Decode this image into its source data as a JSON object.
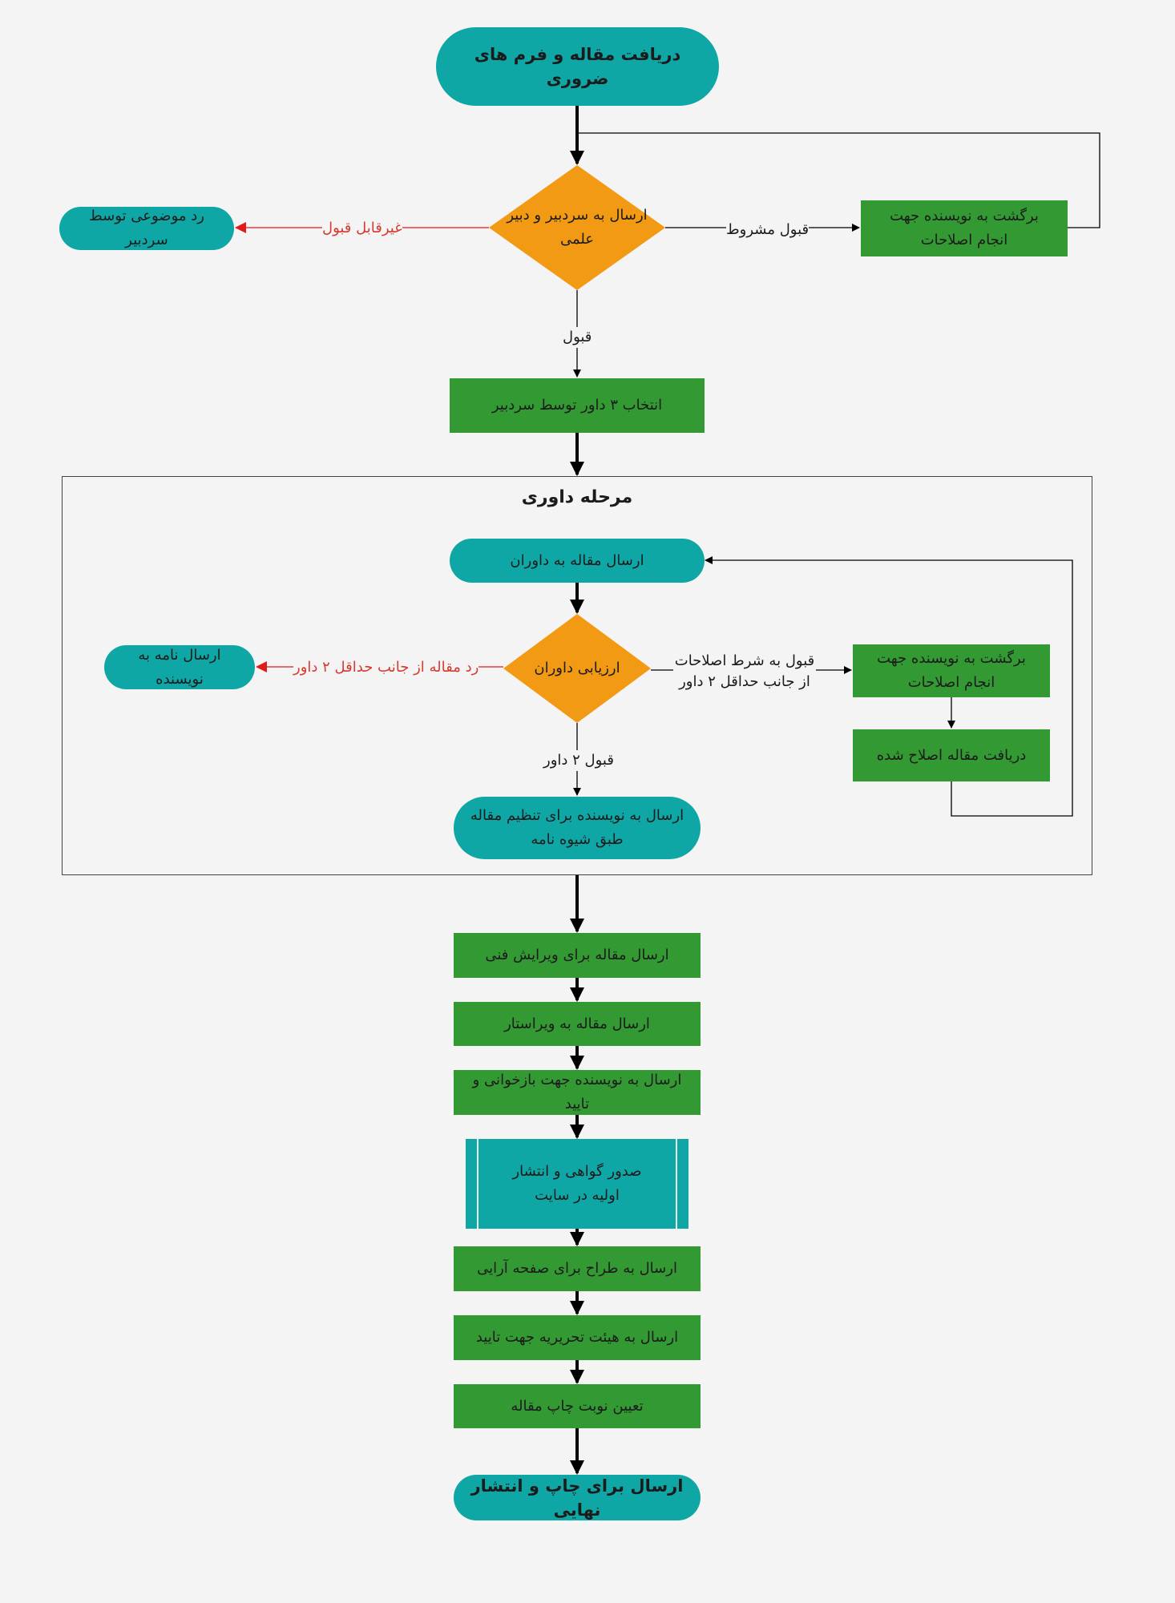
{
  "colors": {
    "teal": "#0fa6a6",
    "green": "#339933",
    "orange": "#f29a14",
    "red": "#d63a2f",
    "line": "#000000"
  },
  "nodes": {
    "start": "دریافت مقاله و فرم های ضروری",
    "editor_review": "ارسال به سردبیر و دبیر علمی",
    "topic_reject": "رد موضوعی توسط سردبیر",
    "return_author_1": "برگشت به نویسنده جهت انجام اصلاحات",
    "select_reviewers": "انتخاب ۳ داور توسط سردبیر",
    "review_stage_title": "مرحله داوری",
    "send_to_reviewers": "ارسال مقاله به داوران",
    "reviewer_evaluation": "ارزیابی داوران",
    "letter_to_author": "ارسال نامه به نویسنده",
    "return_author_2": "برگشت به نویسنده جهت انجام اصلاحات",
    "receive_revised": "دریافت مقاله اصلاح شده",
    "format_per_guide": "ارسال به نویسنده برای تنظیم مقاله طبق شیوه نامه",
    "technical_edit": "ارسال مقاله برای ویرایش فنی",
    "to_editor": "ارسال مقاله به ویراستار",
    "author_proofread": "ارسال به نویسنده جهت بازخوانی و تایید",
    "certificate": "صدور گواهی و انتشار اولیه در سایت",
    "to_designer": "ارسال به طراح برای صفحه آرایی",
    "to_board": "ارسال به هیئت تحریریه جهت تایید",
    "schedule": "تعیین نوبت چاپ مقاله",
    "final": "ارسال برای چاپ و انتشار نهایی"
  },
  "edges": {
    "unacceptable": "غیرقابل قبول",
    "conditional_accept": "قبول مشروط",
    "accept": "قبول",
    "reject_min2": "رد مقاله از جانب حداقل ۲ داور",
    "accept_with_revisions": "قبول به شرط اصلاحات از جانب حداقل ۲ داور",
    "accept_2": "قبول ۲ داور"
  }
}
